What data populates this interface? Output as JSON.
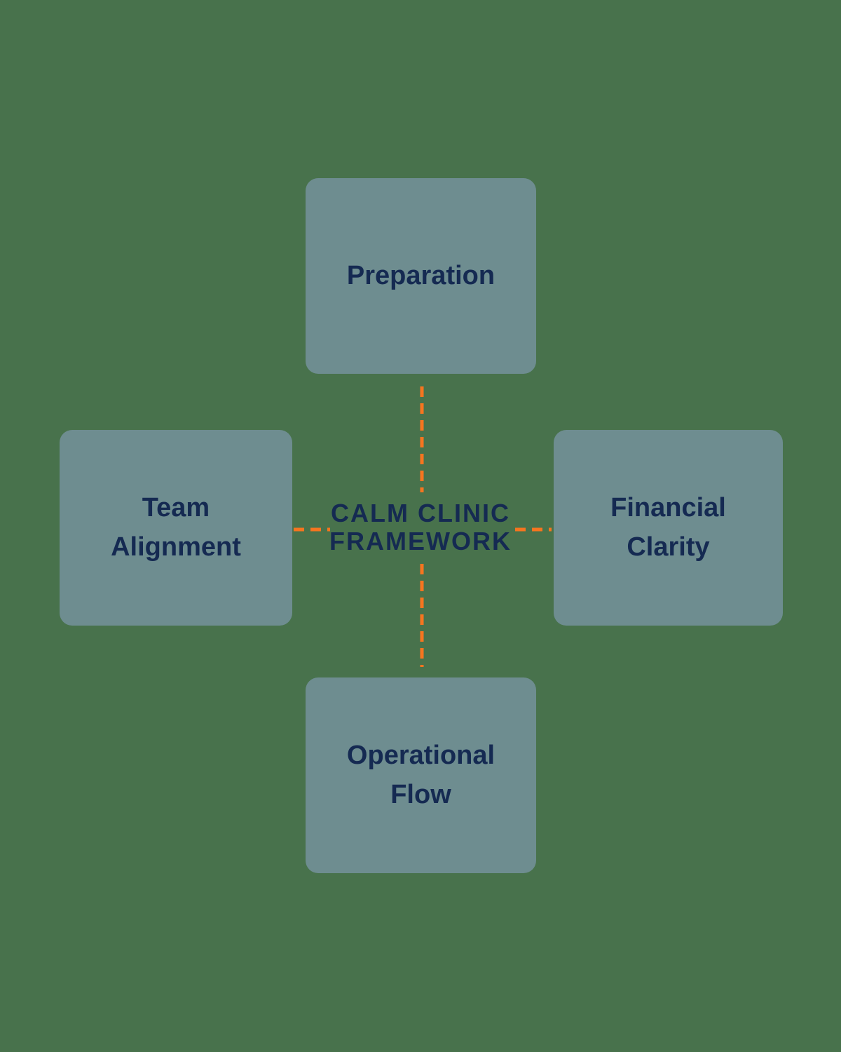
{
  "diagram": {
    "center_title": "CALM CLINIC FRAMEWORK",
    "center_title_lines": [
      "CALM CLINIC",
      "FRAMEWORK"
    ],
    "nodes": [
      {
        "id": "preparation",
        "label": "Preparation",
        "position": "top"
      },
      {
        "id": "team-alignment",
        "label": "Team Alignment",
        "position": "left"
      },
      {
        "id": "financial-clarity",
        "label": "Financial Clarity",
        "position": "right"
      },
      {
        "id": "operational-flow",
        "label": "Operational Flow",
        "position": "bottom"
      }
    ],
    "connectors": [
      {
        "from": "center",
        "to": "preparation",
        "style": "dashed"
      },
      {
        "from": "center",
        "to": "team-alignment",
        "style": "dashed"
      },
      {
        "from": "center",
        "to": "financial-clarity",
        "style": "dashed"
      },
      {
        "from": "center",
        "to": "operational-flow",
        "style": "dashed"
      }
    ],
    "theme": {
      "background": "#48724C",
      "node_fill": "#6E8D90",
      "text_navy": "#152A52",
      "connector_orange": "#F6751F"
    }
  }
}
